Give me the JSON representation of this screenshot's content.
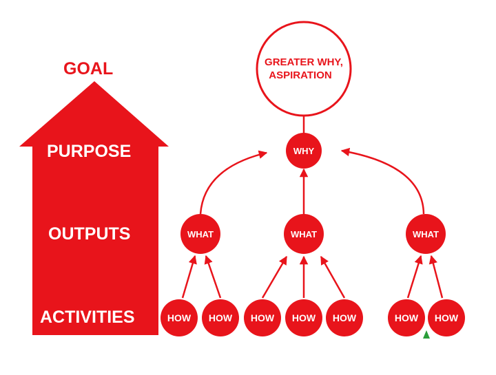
{
  "colors": {
    "accent": "#e8141b",
    "text_on_accent": "#ffffff",
    "background": "#ffffff",
    "corner_mark": "#2a9d3a"
  },
  "hierarchy": {
    "goal_label": "GOAL",
    "levels": [
      "PURPOSE",
      "OUTPUTS",
      "ACTIVITIES"
    ]
  },
  "tree": {
    "aspiration": [
      "GREATER WHY,",
      "ASPIRATION"
    ],
    "why": "WHY",
    "what_nodes": [
      "WHAT",
      "WHAT",
      "WHAT"
    ],
    "how_nodes": [
      "HOW",
      "HOW",
      "HOW",
      "HOW",
      "HOW",
      "HOW",
      "HOW"
    ]
  }
}
